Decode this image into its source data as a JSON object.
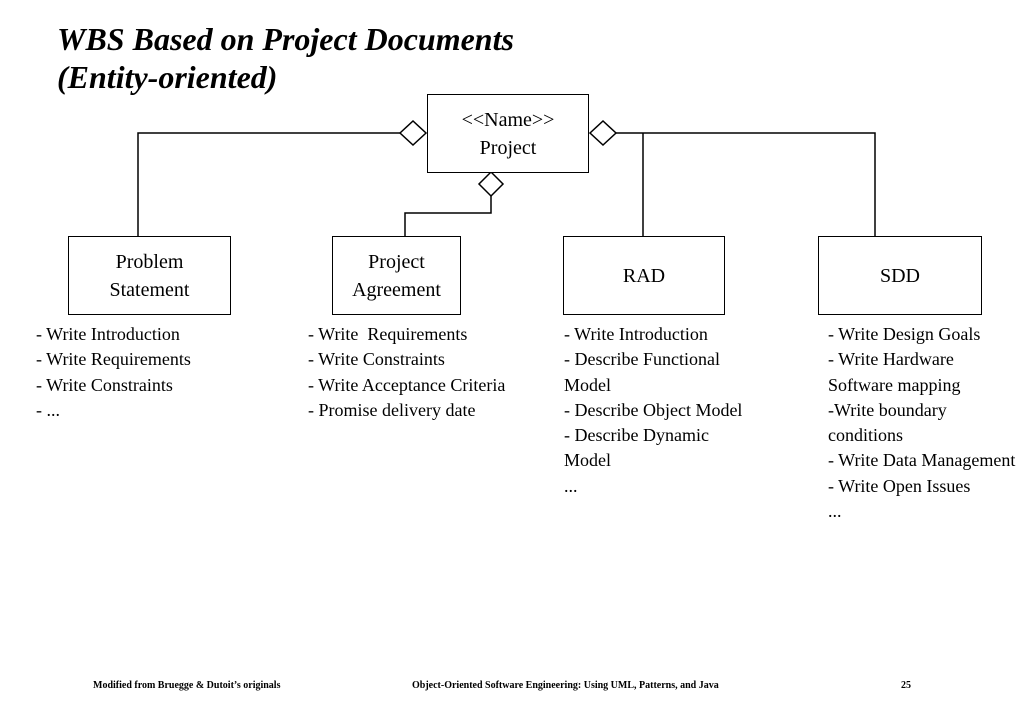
{
  "slide": {
    "title_line1": "WBS Based on Project Documents",
    "title_line2": "(Entity-oriented)"
  },
  "diagram": {
    "root": {
      "line1": "<<Name>>",
      "line2": "Project"
    },
    "nodes": [
      {
        "id": "problem-statement",
        "lines": [
          "Problem",
          "Statement"
        ],
        "tasks": [
          "- Write Introduction",
          "- Write Requirements",
          "- Write Constraints",
          "- ..."
        ]
      },
      {
        "id": "project-agreement",
        "lines": [
          "Project",
          "Agreement"
        ],
        "tasks": [
          "- Write  Requirements",
          "- Write Constraints",
          "- Write Acceptance Criteria",
          "- Promise delivery date"
        ]
      },
      {
        "id": "rad",
        "lines": [
          "RAD"
        ],
        "tasks": [
          "- Write Introduction",
          "- Describe Functional",
          "Model",
          "- Describe Object Model",
          "- Describe Dynamic",
          "Model",
          "..."
        ]
      },
      {
        "id": "sdd",
        "lines": [
          "SDD"
        ],
        "tasks": [
          "- Write Design Goals",
          "- Write Hardware",
          "Software mapping",
          "-Write boundary",
          "conditions",
          "- Write Data Management",
          "- Write Open Issues",
          "..."
        ]
      }
    ]
  },
  "footer": {
    "left": "Modified from Bruegge & Dutoit’s originals",
    "center": "Object-Oriented Software Engineering: Using UML, Patterns, and Java",
    "page": "25"
  }
}
